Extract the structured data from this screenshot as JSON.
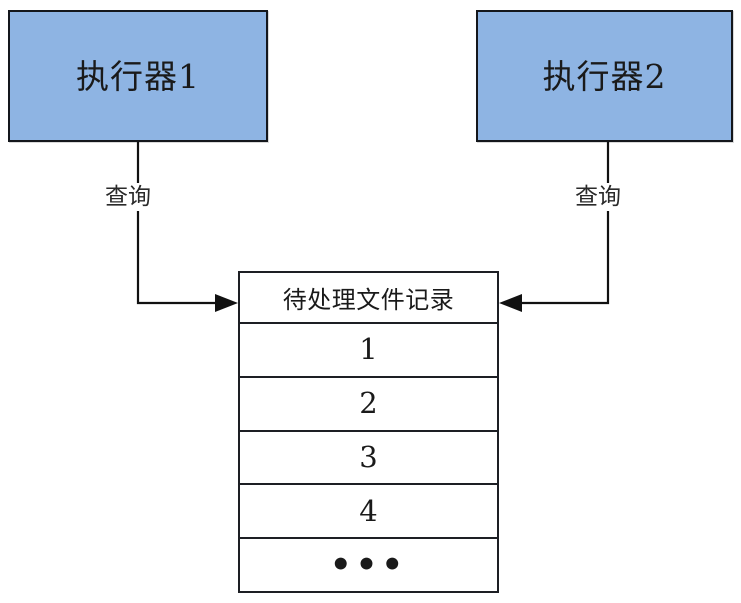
{
  "diagram": {
    "background_color": "#ffffff",
    "box_fill_color": "#8EB4E3",
    "box_border_color": "#14171c",
    "line_color": "#111111"
  },
  "executors": [
    {
      "id": "executor-1",
      "label": "执行器1"
    },
    {
      "id": "executor-2",
      "label": "执行器2"
    }
  ],
  "edges": [
    {
      "id": "edge-executor-1-to-table",
      "label": "查询",
      "from": "执行器1",
      "to": "待处理文件记录"
    },
    {
      "id": "edge-executor-2-to-table",
      "label": "查询",
      "from": "执行器2",
      "to": "待处理文件记录"
    }
  ],
  "record_table": {
    "header": "待处理文件记录",
    "rows": [
      {
        "value": "1"
      },
      {
        "value": "2"
      },
      {
        "value": "3"
      },
      {
        "value": "4"
      },
      {
        "value": "•••"
      }
    ]
  }
}
